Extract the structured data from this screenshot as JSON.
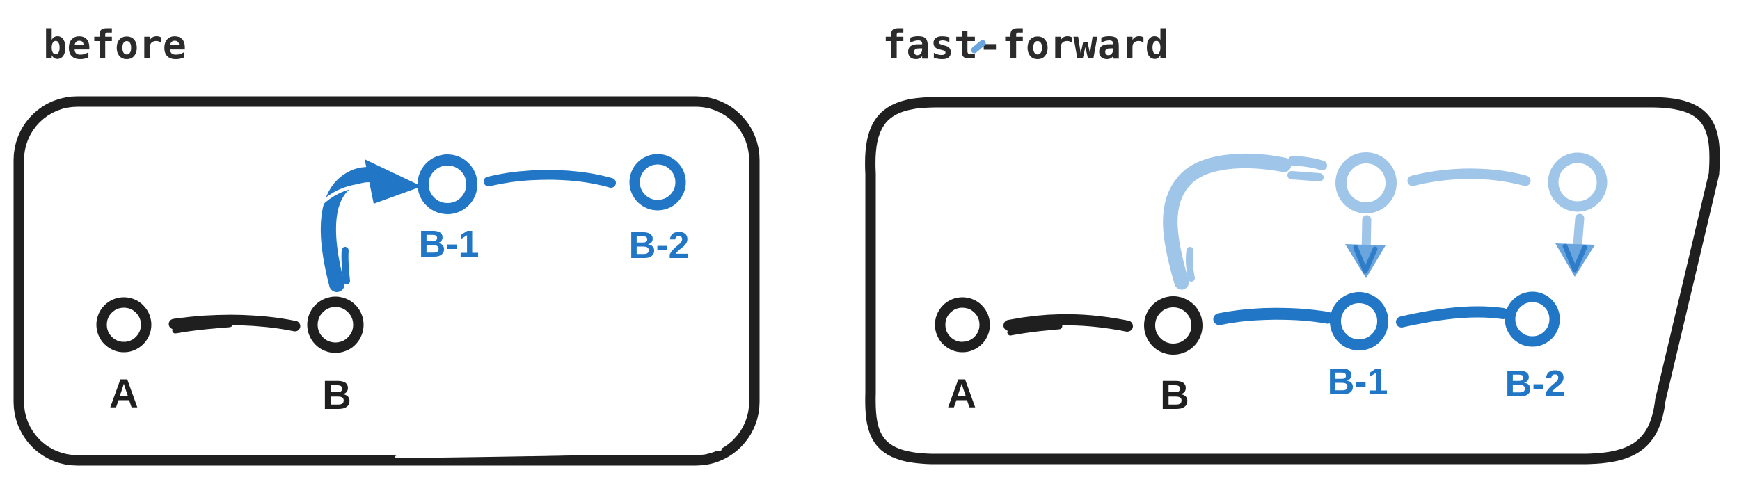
{
  "colors": {
    "ink": "#1f1f1f",
    "title_ink": "#2b2b2b",
    "branch_blue": "#2176c5",
    "faded_blue": "#9fc5e8",
    "arrow_mid_blue": "#6aa5dd",
    "arrow_core_blue": "#2f7dc8",
    "background": "#ffffff"
  },
  "before_panel": {
    "title": "before",
    "main_commits": [
      {
        "label": "A"
      },
      {
        "label": "B"
      }
    ],
    "branch_commits": [
      {
        "label": "B-1"
      },
      {
        "label": "B-2"
      }
    ]
  },
  "fast_forward_panel": {
    "title": "fast-forward",
    "main_commits": [
      {
        "label": "A"
      },
      {
        "label": "B"
      },
      {
        "label": "B-1"
      },
      {
        "label": "B-2"
      }
    ],
    "ghost_commit_count": 2
  }
}
